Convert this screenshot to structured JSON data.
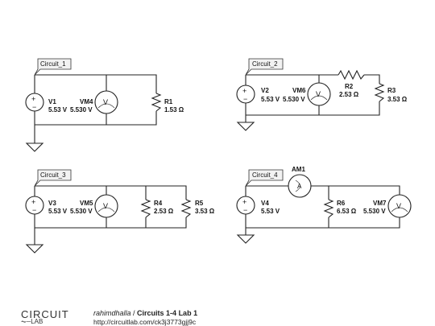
{
  "circuits": [
    {
      "name": "Circuit_1",
      "source": {
        "name": "V1",
        "value": "5.53 V"
      },
      "meters": [
        {
          "name": "VM4",
          "value": "5.530 V",
          "kind": "V"
        }
      ],
      "resistors": [
        {
          "name": "R1",
          "value": "1.53 Ω"
        }
      ]
    },
    {
      "name": "Circuit_2",
      "source": {
        "name": "V2",
        "value": "5.53 V"
      },
      "meters": [
        {
          "name": "VM6",
          "value": "5.530 V",
          "kind": "V"
        }
      ],
      "resistors": [
        {
          "name": "R2",
          "value": "2.53 Ω"
        },
        {
          "name": "R3",
          "value": "3.53 Ω"
        }
      ]
    },
    {
      "name": "Circuit_3",
      "source": {
        "name": "V3",
        "value": "5.53 V"
      },
      "meters": [
        {
          "name": "VM5",
          "value": "5.530 V",
          "kind": "V"
        }
      ],
      "resistors": [
        {
          "name": "R4",
          "value": "2.53 Ω"
        },
        {
          "name": "R5",
          "value": "3.53 Ω"
        }
      ]
    },
    {
      "name": "Circuit_4",
      "source": {
        "name": "V4",
        "value": "5.53 V"
      },
      "meters": [
        {
          "name": "AM1",
          "value": "",
          "kind": "A"
        },
        {
          "name": "VM7",
          "value": "5.530 V",
          "kind": "V"
        }
      ],
      "resistors": [
        {
          "name": "R6",
          "value": "6.53 Ω"
        }
      ]
    }
  ],
  "symbols": {
    "plus": "+",
    "minus": "−",
    "voltmeter": "V",
    "ammeter": "A"
  },
  "footer": {
    "logo_top": "CIRCUIT",
    "logo_bottom": "LAB",
    "author": "rahimdhalla",
    "separator": " / ",
    "title": "Circuits 1-4 Lab 1",
    "url": "http://circuitlab.com/ck3j3773gjj9c"
  },
  "colors": {
    "wire": "#222222",
    "label_bg": "#f2f2f2",
    "background": "#ffffff"
  }
}
